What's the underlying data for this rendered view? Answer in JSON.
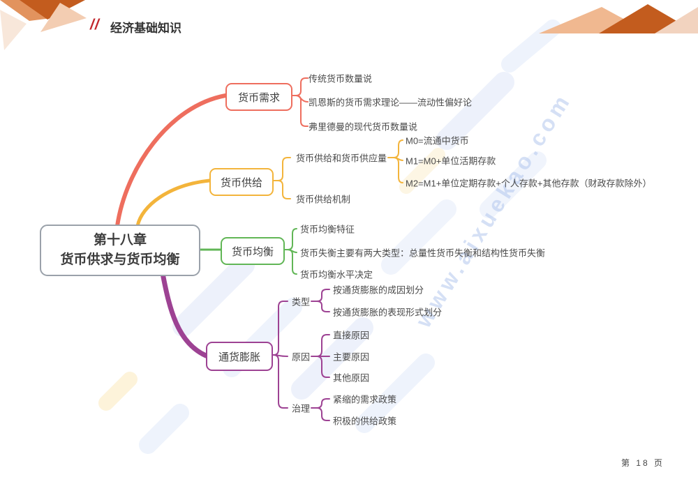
{
  "page": {
    "header": {
      "slashes": "//",
      "title": "经济基础知识"
    },
    "footer": {
      "page_number": "第 18 页"
    },
    "watermark": {
      "text": "www.aixuekao.com"
    }
  },
  "colors": {
    "branch_demand": "#ee6e5e",
    "branch_supply": "#f3b43b",
    "branch_balance": "#61b656",
    "branch_inflation": "#9d4293",
    "root_border": "#9aa1aa",
    "header_slash": "#c2272d",
    "decoration_dark_orange": "#c35c1e",
    "decoration_mid_orange": "#e2935e",
    "decoration_light_orange": "#f3cdb2"
  },
  "mindmap": {
    "root": {
      "line1": "第十八章",
      "line2": "货币供求与货币均衡"
    },
    "branches": [
      {
        "label": "货币需求",
        "children": [
          {
            "label": "传统货币数量说"
          },
          {
            "label": "凯恩斯的货币需求理论——流动性偏好论"
          },
          {
            "label": "弗里德曼的现代货币数量说"
          }
        ]
      },
      {
        "label": "货币供给",
        "children": [
          {
            "label": "货币供给和货币供应量",
            "children": [
              {
                "label": "M0=流通中货币"
              },
              {
                "label": "M1=M0+单位活期存款"
              },
              {
                "label": "M2=M1+单位定期存款+个人存款+其他存款（财政存款除外）"
              }
            ]
          },
          {
            "label": "货币供给机制"
          }
        ]
      },
      {
        "label": "货币均衡",
        "children": [
          {
            "label": "货币均衡特征"
          },
          {
            "label": "货币失衡主要有两大类型：总量性货币失衡和结构性货币失衡"
          },
          {
            "label": "货币均衡水平决定"
          }
        ]
      },
      {
        "label": "通货膨胀",
        "children": [
          {
            "label": "类型",
            "children": [
              {
                "label": "按通货膨胀的成因划分"
              },
              {
                "label": "按通货膨胀的表现形式划分"
              }
            ]
          },
          {
            "label": "原因",
            "children": [
              {
                "label": "直接原因"
              },
              {
                "label": "主要原因"
              },
              {
                "label": "其他原因"
              }
            ]
          },
          {
            "label": "治理",
            "children": [
              {
                "label": "紧缩的需求政策"
              },
              {
                "label": "积极的供给政策"
              }
            ]
          }
        ]
      }
    ]
  }
}
